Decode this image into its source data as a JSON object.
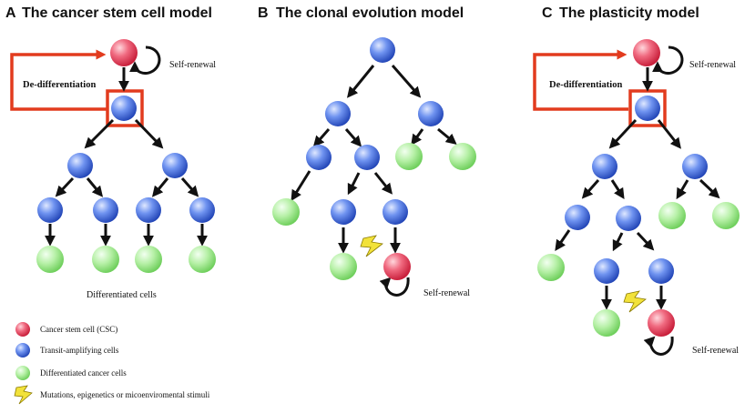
{
  "panels": [
    {
      "letter": "A",
      "title": "The cancer stem cell model"
    },
    {
      "letter": "B",
      "title": "The clonal evolution model"
    },
    {
      "letter": "C",
      "title": "The plasticity model"
    }
  ],
  "labels": {
    "self_renewal": "Self-renewal",
    "de_differentiation": "De-differentiation",
    "differentiated_cells": "Differentiated  cells"
  },
  "legend": [
    {
      "text": "Cancer stem cell (CSC)",
      "icon": "red-cell-icon"
    },
    {
      "text": "Transit-amplifying cells",
      "icon": "blue-cell-icon"
    },
    {
      "text": "Differentiated cancer cells",
      "icon": "green-cell-icon"
    },
    {
      "text": "Mutations, epigenetics or micoenviromental stimuli",
      "icon": "lightning-icon"
    }
  ],
  "colors": {
    "csc": "#e8405a",
    "transit": "#3a66dd",
    "differentiated": "#8fe07a",
    "highlight_box": "#e23b1e",
    "lightning": "#f2e23a"
  }
}
